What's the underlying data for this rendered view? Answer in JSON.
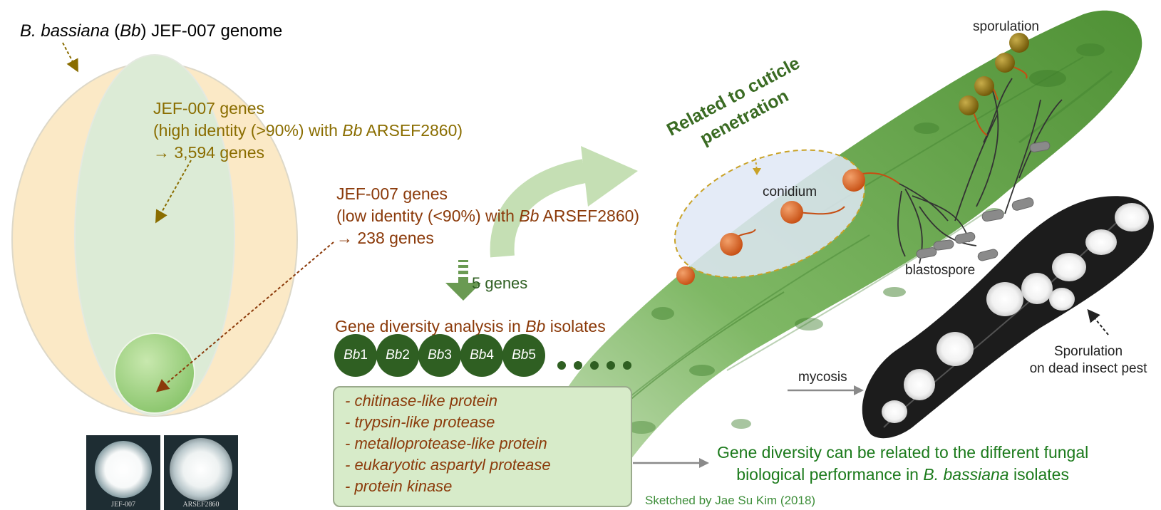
{
  "genome_title": {
    "species_italic": "B. bassiana",
    "open": " (",
    "abbr_italic": "Bb",
    "close": ") JEF-007 genome"
  },
  "high_identity": {
    "line1": "JEF-007 genes",
    "line2_pre": "(high identity (>90%) with ",
    "line2_it": "Bb",
    "line2_post": " ARSEF2860)",
    "line3": "→ 3,594 genes"
  },
  "low_identity": {
    "line1": "JEF-007 genes",
    "line2_pre": "(low identity (<90%) with ",
    "line2_it": "Bb",
    "line2_post": " ARSEF2860)",
    "line3": "→ 238 genes"
  },
  "five_genes": "5 genes",
  "diversity_title": {
    "pre": "Gene diversity analysis in ",
    "it": "Bb",
    "post": " isolates"
  },
  "isolates": [
    {
      "it": "Bb",
      "n": "1"
    },
    {
      "it": "Bb",
      "n": "2"
    },
    {
      "it": "Bb",
      "n": "3"
    },
    {
      "it": "Bb",
      "n": "4"
    },
    {
      "it": "Bb",
      "n": "5"
    }
  ],
  "proteins": [
    "- chitinase-like protein",
    "- trypsin-like protease",
    "- metalloprotease-like protein",
    "- eukaryotic aspartyl protease",
    "- protein kinase"
  ],
  "cuticle": {
    "line1": "Related to cuticle",
    "line2": "penetration"
  },
  "labels": {
    "conidium": "conidium",
    "sporulation": "sporulation",
    "blastospore": "blastospore",
    "mycosis": "mycosis",
    "sporulation_dead1": "Sporulation",
    "sporulation_dead2": "on dead insect pest"
  },
  "conclusion": {
    "line1": "Gene diversity can be related to the different fungal",
    "line2_pre": "biological performance in ",
    "line2_it": "B. bassiana",
    "line2_post": " isolates"
  },
  "credit": "Sketched by Jae Su Kim (2018)",
  "photos": [
    "JEF-007",
    "ARSEF2860"
  ],
  "colors": {
    "olive": "#8a6d00",
    "brown": "#8b3a0a",
    "dark_green": "#2f5f22",
    "conclusion_green": "#1b7a1b",
    "credit_green": "#3e8e3a"
  }
}
